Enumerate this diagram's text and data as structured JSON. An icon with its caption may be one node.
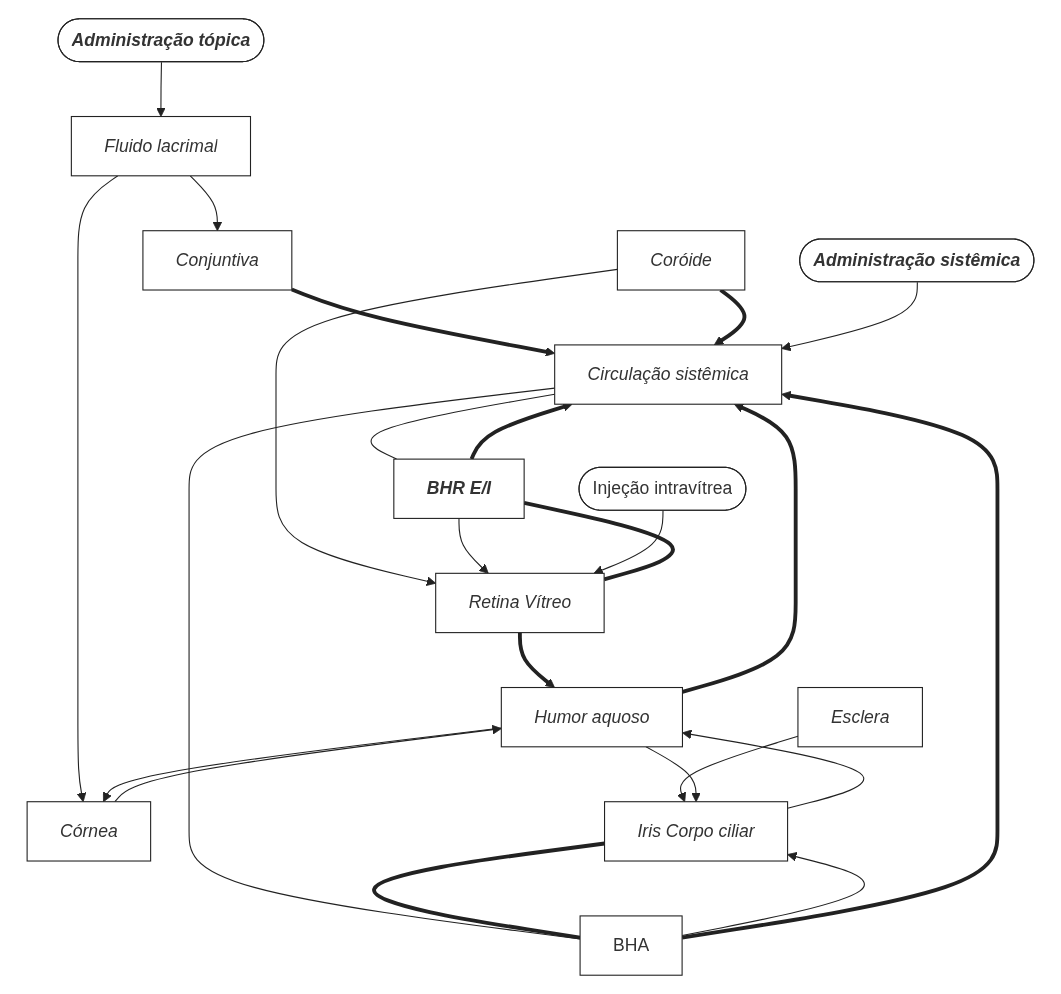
{
  "diagram": {
    "nodes": [
      {
        "text": [
          "Administração tópica"
        ]
      },
      {
        "text": [
          "Fluido lacrimal"
        ]
      },
      {
        "text": [
          "Conjuntiva"
        ]
      },
      {
        "text": [
          "Córnea"
        ]
      },
      {
        "text": [
          "Esclera"
        ]
      },
      {
        "text": [
          "Coróide"
        ]
      },
      {
        "text": [
          "Administração sistêmica"
        ]
      },
      {
        "text": [
          "Circulação sistêmica"
        ]
      },
      {
        "text": [
          "BHR E/I"
        ]
      },
      {
        "text": [
          "Retina Vítreo"
        ]
      },
      {
        "text": [
          "Humor aquoso"
        ]
      },
      {
        "text": [
          "Injeção intravítrea"
        ]
      },
      {
        "text": [
          "BHA"
        ]
      },
      {
        "text": [
          "Iris Corpo ciliar"
        ]
      }
    ],
    "edges": [
      {
        "from": 0,
        "to": 1,
        "arrow": "to"
      },
      {
        "from": 1,
        "to": 2,
        "arrow": "to"
      },
      {
        "from": 1,
        "to": 3,
        "arrow": "to"
      },
      {
        "from": 2,
        "to": 7,
        "arrow": "to",
        "style": "thick"
      },
      {
        "from": 5,
        "to": 7,
        "arrow": "to",
        "style": "thick"
      },
      {
        "from": 3,
        "to": 10,
        "arrow": "to"
      },
      {
        "from": 10,
        "to": 3,
        "arrow": "to"
      },
      {
        "from": 6,
        "to": 7,
        "arrow": "to"
      },
      {
        "from": 5,
        "to": 9,
        "arrow": "to"
      },
      {
        "from": 7,
        "to": 8,
        "arrow": "none"
      },
      {
        "from": 8,
        "to": 9,
        "arrow": "to"
      },
      {
        "from": 9,
        "to": 8,
        "arrow": "none",
        "style": "thick"
      },
      {
        "from": 8,
        "to": 7,
        "arrow": "to",
        "style": "thick"
      },
      {
        "from": 9,
        "to": 10,
        "arrow": "to",
        "style": "thick"
      },
      {
        "from": 10,
        "to": 7,
        "arrow": "to",
        "style": "thick"
      },
      {
        "from": 11,
        "to": 9,
        "arrow": "to"
      },
      {
        "from": 4,
        "to": 13,
        "arrow": "to"
      },
      {
        "from": 10,
        "to": 13,
        "arrow": "to"
      },
      {
        "from": 13,
        "to": 10,
        "arrow": "to"
      },
      {
        "from": 7,
        "to": 12,
        "arrow": "none"
      },
      {
        "from": 12,
        "to": 13,
        "arrow": "to"
      },
      {
        "from": 13,
        "to": 12,
        "arrow": "none",
        "style": "thick"
      },
      {
        "from": 12,
        "to": 7,
        "arrow": "to",
        "style": "thick"
      }
    ]
  }
}
